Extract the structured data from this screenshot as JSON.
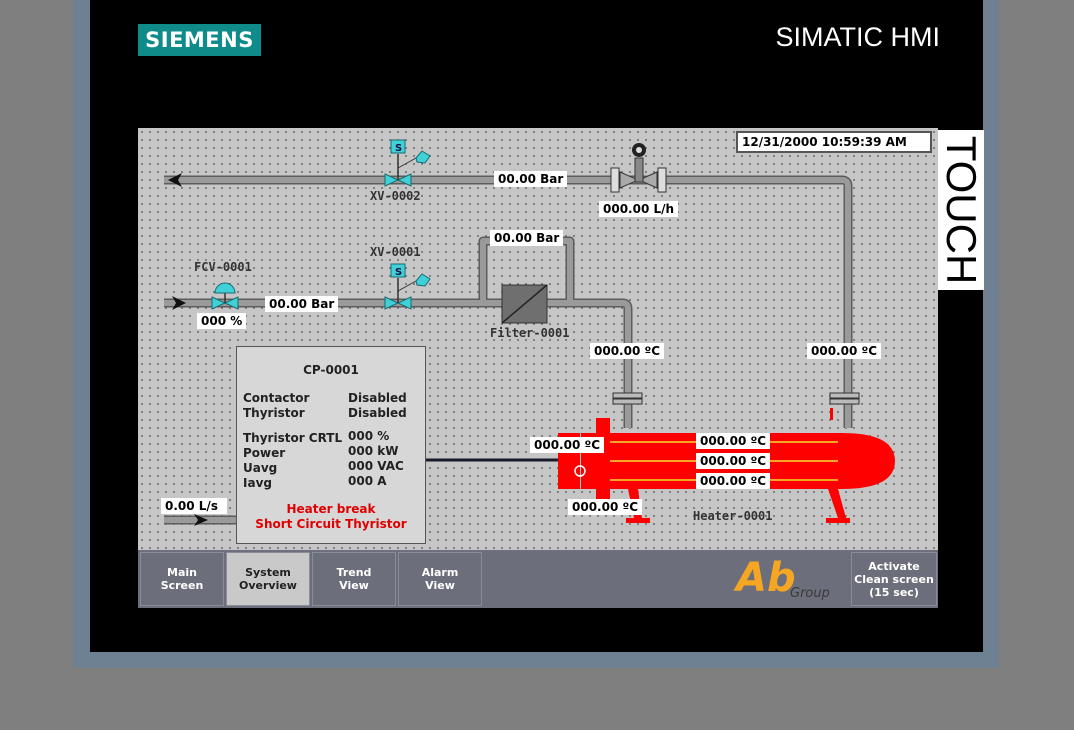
{
  "brand": {
    "logo": "SIEMENS",
    "title": "SIMATIC HMI",
    "side_label": "TOUCH"
  },
  "datetime": "12/31/2000 10:59:39 AM",
  "tags": {
    "xv2": "XV-0002",
    "xv1": "XV-0001",
    "fcv": "FCV-0001",
    "filter": "Filter-0001",
    "heater": "Heater-0001"
  },
  "values": {
    "pressure_top": "00.00 Bar",
    "flow_top": "000.00 L/h",
    "pressure_filter": "00.00 Bar",
    "pressure_inlet": "00.00 Bar",
    "fcv_open": "000 %",
    "temp_left_pipe": "000.00 ºC",
    "temp_right_pipe": "000.00 ºC",
    "temp_heater_in": "000.00 ºC",
    "temp_heater_1": "000.00 ºC",
    "temp_heater_2": "000.00 ºC",
    "temp_heater_3": "000.00 ºC",
    "temp_heater_out": "000.00 ºC",
    "flow_bottom": "0.00 L/s"
  },
  "control_panel": {
    "title": "CP-0001",
    "rows": [
      {
        "label": "Contactor",
        "value": "Disabled"
      },
      {
        "label": "Thyristor",
        "value": "Disabled"
      }
    ],
    "measurements": [
      {
        "label": "Thyristor CRTL",
        "value": "000 %"
      },
      {
        "label": "Power",
        "value": "000 kW"
      },
      {
        "label": "Uavg",
        "value": "000 VAC"
      },
      {
        "label": "Iavg",
        "value": "000 A"
      }
    ],
    "alarms": [
      "Heater break",
      "Short Circuit Thyristor"
    ]
  },
  "nav": {
    "main": "Main\nScreen",
    "system": "System\nOverview",
    "trend": "Trend\nView",
    "alarm": "Alarm\nView",
    "activate": "Activate\nClean screen\n(15 sec)",
    "group_logo": "Ab",
    "group_text": "Group"
  },
  "colors": {
    "pipe": "#8c8c8c",
    "heater": "#ff0000",
    "valve": "#40d0d8",
    "logo_bg": "#0f8c8a",
    "logo_orange": "#f5a623"
  }
}
